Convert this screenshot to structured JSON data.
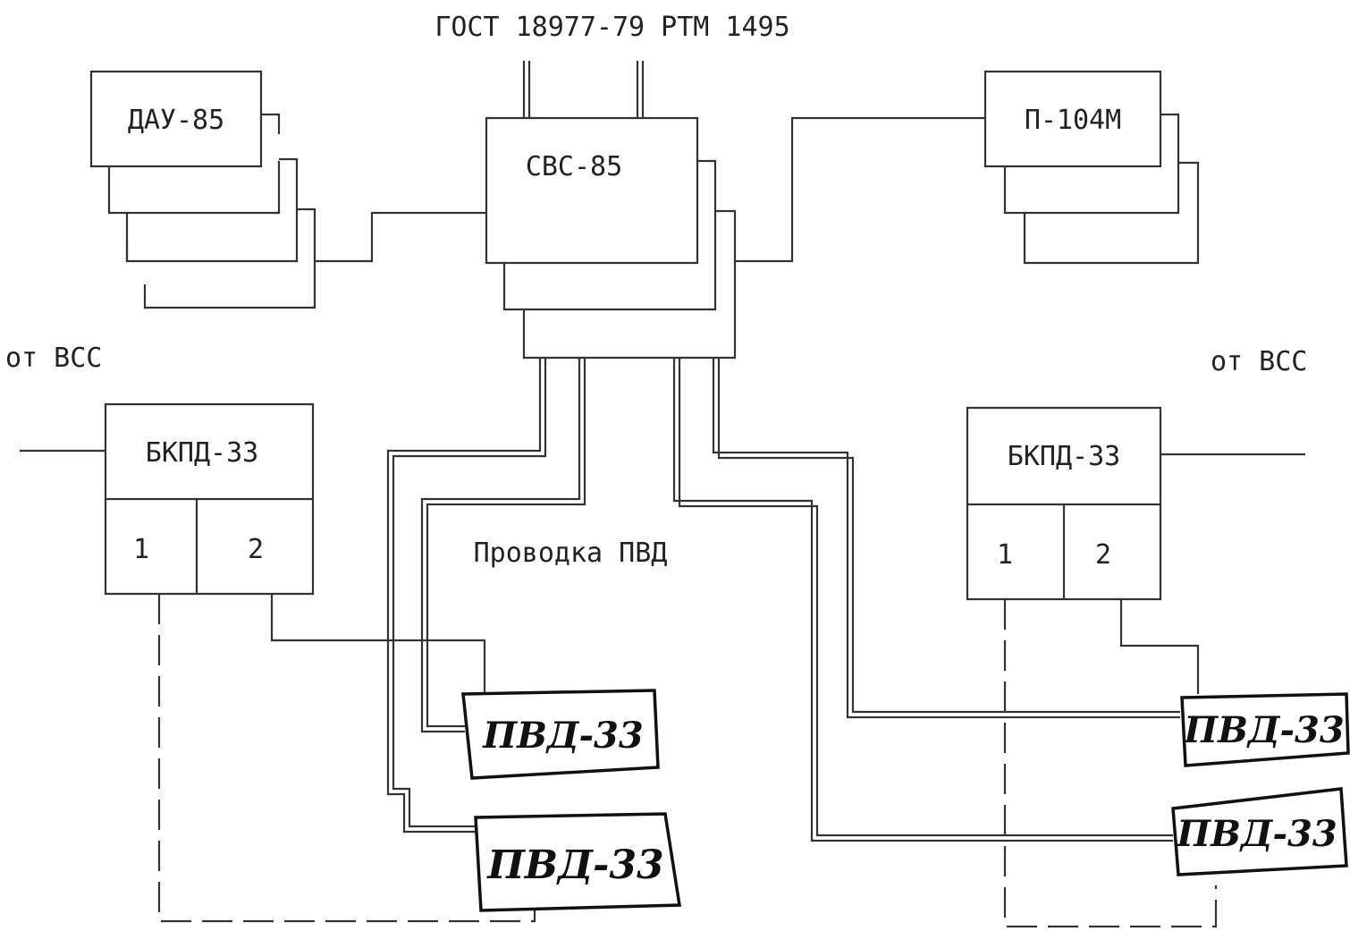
{
  "title": "ГОСТ 18977-79 РТМ 1495",
  "blocks": {
    "dau": "ДАУ-85",
    "svs": "СВС-85",
    "p104m": "П-104М",
    "bkpd_left": "БКПД-33",
    "bkpd_right": "БКПД-33",
    "channel1": "1",
    "channel2": "2"
  },
  "labels": {
    "from_vss": "от ВСС",
    "wiring": "Проводка ПВД"
  },
  "sensors": {
    "pvd": "ПВД-33"
  },
  "colors": {
    "line": "#333333",
    "background": "#ffffff",
    "text": "#222222"
  }
}
